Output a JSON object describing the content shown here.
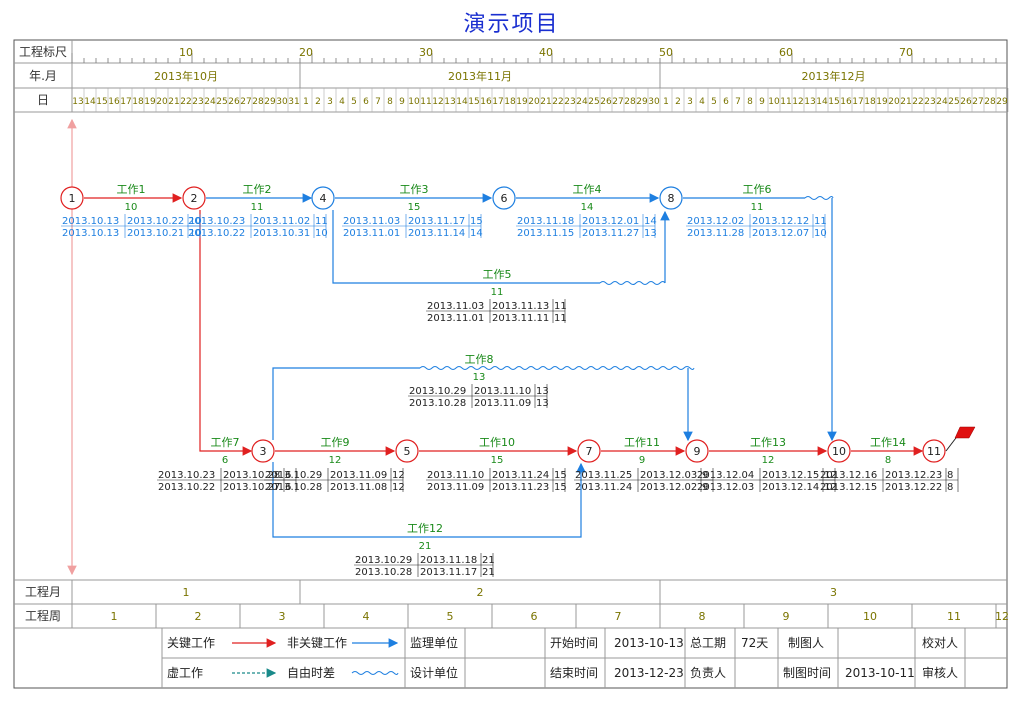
{
  "title": "演示项目",
  "header": {
    "scale_label": "工程标尺",
    "yearmonth_label": "年.月",
    "day_label": "日",
    "scale_ticks": [
      "10",
      "20",
      "30",
      "40",
      "50",
      "60",
      "70"
    ],
    "months": [
      "2013年10月",
      "2013年11月",
      "2013年12月"
    ]
  },
  "bottom": {
    "month_label": "工程月",
    "week_label": "工程周",
    "month_values": [
      "1",
      "2",
      "3"
    ],
    "week_values": [
      "1",
      "2",
      "3",
      "4",
      "5",
      "6",
      "7",
      "8",
      "9",
      "10",
      "11",
      "12"
    ]
  },
  "legend": {
    "critical": "关键工作",
    "noncritical": "非关键工作",
    "dummy": "虚工作",
    "float": "自由时差",
    "supervisor_label": "监理单位",
    "designer_label": "设计单位",
    "start_label": "开始时间",
    "start_value": "2013-10-13",
    "end_label": "结束时间",
    "end_value": "2013-12-23",
    "duration_label": "总工期",
    "duration_value": "72天",
    "owner_label": "负责人",
    "drawer_label": "制图人",
    "drawtime_label": "制图时间",
    "drawtime_value": "2013-10-11",
    "checker_label": "校对人",
    "reviewer_label": "审核人"
  },
  "nodes": [
    "1",
    "2",
    "3",
    "4",
    "5",
    "6",
    "7",
    "8",
    "9",
    "10",
    "11"
  ],
  "tasks": [
    {
      "name": "工作1",
      "dur": "10",
      "d1": "2013.10.13",
      "d2": "2013.10.22",
      "f1": "10",
      "d3": "2013.10.13",
      "d4": "2013.10.21",
      "f2": "10"
    },
    {
      "name": "工作2",
      "dur": "11",
      "d1": "2013.10.23",
      "d2": "2013.11.02",
      "f1": "11",
      "d3": "2013.10.22",
      "d4": "2013.10.31",
      "f2": "10"
    },
    {
      "name": "工作3",
      "dur": "15",
      "d1": "2013.11.03",
      "d2": "2013.11.17",
      "f1": "15",
      "d3": "2013.11.01",
      "d4": "2013.11.14",
      "f2": "14"
    },
    {
      "name": "工作4",
      "dur": "14",
      "d1": "2013.11.18",
      "d2": "2013.12.01",
      "f1": "14",
      "d3": "2013.11.15",
      "d4": "2013.11.27",
      "f2": "13"
    },
    {
      "name": "工作6",
      "dur": "11",
      "d1": "2013.12.02",
      "d2": "2013.12.12",
      "f1": "11",
      "d3": "2013.11.28",
      "d4": "2013.12.07",
      "f2": "10"
    },
    {
      "name": "工作5",
      "dur": "11",
      "d1": "2013.11.03",
      "d2": "2013.11.13",
      "f1": "11",
      "d3": "2013.11.01",
      "d4": "2013.11.11",
      "f2": "11"
    },
    {
      "name": "工作8",
      "dur": "13",
      "d1": "2013.10.29",
      "d2": "2013.11.10",
      "f1": "13",
      "d3": "2013.10.28",
      "d4": "2013.11.09",
      "f2": "13"
    },
    {
      "name": "工作7",
      "dur": "6",
      "d1": "2013.10.23",
      "d2": "2013.10.28",
      "f1": "6",
      "d3": "2013.10.22",
      "d4": "2013.10.27",
      "f2": "6"
    },
    {
      "name": "工作9",
      "dur": "12",
      "d1": "2013.10.29",
      "d2": "2013.11.09",
      "f1": "12",
      "d3": "2013.10.28",
      "d4": "2013.11.08",
      "f2": "12"
    },
    {
      "name": "工作10",
      "dur": "15",
      "d1": "2013.11.10",
      "d2": "2013.11.24",
      "f1": "15",
      "d3": "2013.11.09",
      "d4": "2013.11.23",
      "f2": "15"
    },
    {
      "name": "工作11",
      "dur": "9",
      "d1": "2013.11.25",
      "d2": "2013.12.03",
      "f1": "9",
      "d3": "2013.11.24",
      "d4": "2013.12.02",
      "f2": "9"
    },
    {
      "name": "工作13",
      "dur": "12",
      "d1": "2013.12.04",
      "d2": "2013.12.15",
      "f1": "12",
      "d3": "2013.12.03",
      "d4": "2013.12.14",
      "f2": "12"
    },
    {
      "name": "工作14",
      "dur": "8",
      "d1": "2013.12.16",
      "d2": "2013.12.23",
      "f1": "8",
      "d3": "2013.12.15",
      "d4": "2013.12.22",
      "f2": "8"
    },
    {
      "name": "工作12",
      "dur": "21",
      "d1": "2013.10.29",
      "d2": "2013.11.18",
      "f1": "21",
      "d3": "2013.10.28",
      "d4": "2013.11.17",
      "f2": "21"
    }
  ]
}
